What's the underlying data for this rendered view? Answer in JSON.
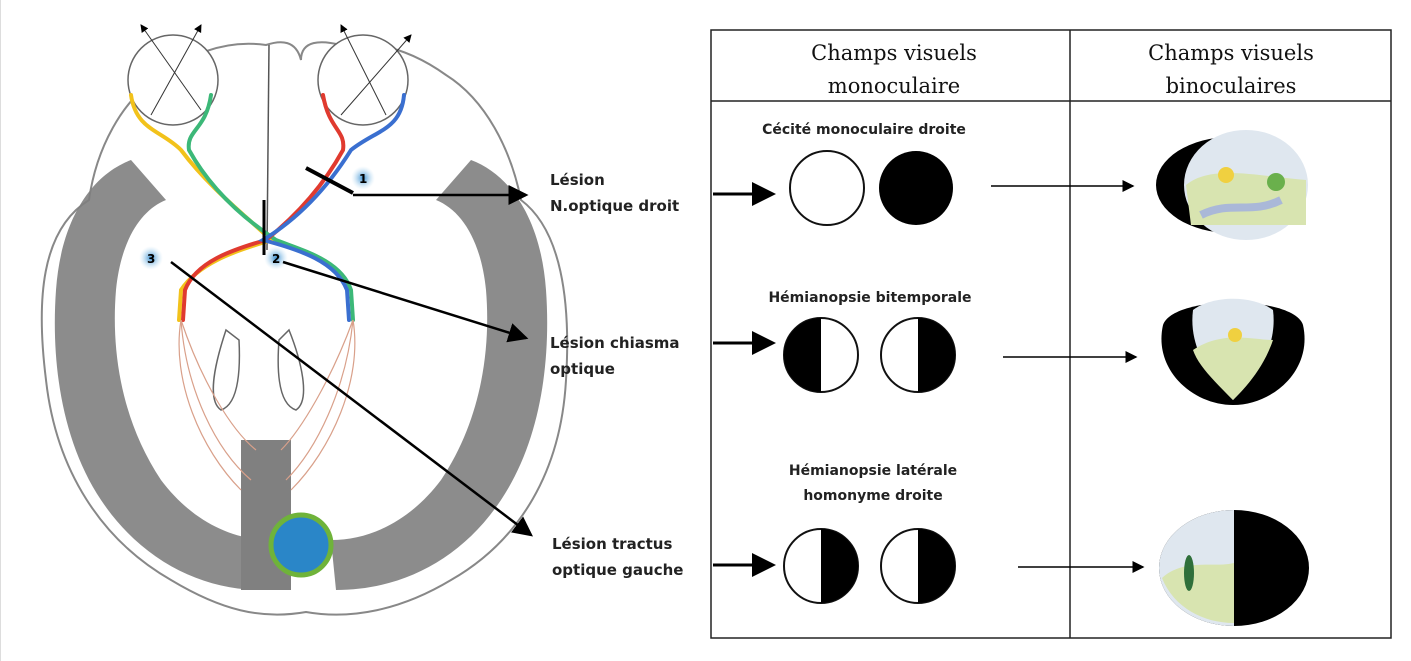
{
  "table": {
    "headers": [
      "Champs visuels monoculaire",
      "Champs visuels binoculaires"
    ],
    "header_lines": [
      [
        "Champs visuels",
        "monoculaire"
      ],
      [
        "Champs visuels",
        "binoculaires"
      ]
    ],
    "rows": [
      {
        "title_lines": [
          "Cécité monoculaire droite"
        ],
        "left_eye": "white",
        "right_eye": "black"
      },
      {
        "title_lines": [
          "Hémianopsie bitemporale"
        ],
        "left_eye": "left-half-black",
        "right_eye": "right-half-black"
      },
      {
        "title_lines": [
          "Hémianopsie latérale",
          "homonyme droite"
        ],
        "left_eye": "right-half-black",
        "right_eye": "right-half-black"
      }
    ]
  },
  "lesions": [
    {
      "number": "1",
      "label_lines": [
        "Lésion",
        "N.optique droit"
      ]
    },
    {
      "number": "2",
      "label_lines": [
        "Lésion chiasma",
        "optique"
      ]
    },
    {
      "number": "3",
      "label_lines": [
        "Lésion tractus",
        "optique gauche"
      ]
    }
  ],
  "colors": {
    "yellow": "#f2c21b",
    "green": "#3cb878",
    "red": "#e03a2f",
    "blue": "#3a6fd0",
    "cortex": "#7f7f7f",
    "radiation": "#d9a08a"
  }
}
